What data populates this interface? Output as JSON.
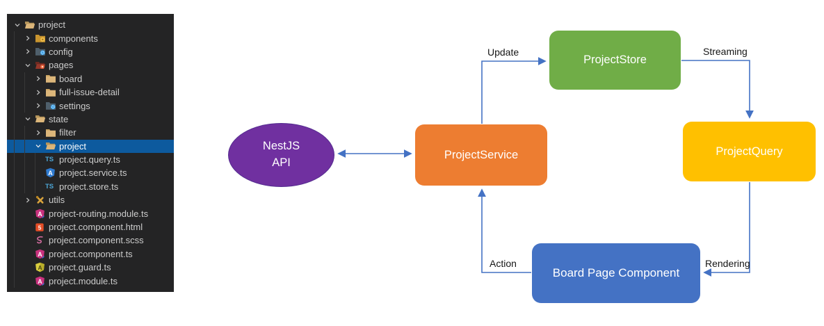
{
  "sidebar": {
    "background_color": "#242425",
    "selection_color": "#0d5a9e",
    "text_color": "#cccccc",
    "items": [
      {
        "label": "project",
        "level": 0,
        "kind": "folder",
        "icon": "folder-open-icon",
        "chevron": "down",
        "selected": false
      },
      {
        "label": "components",
        "level": 1,
        "kind": "folder",
        "icon": "folder-components-icon",
        "chevron": "right",
        "selected": false
      },
      {
        "label": "config",
        "level": 1,
        "kind": "folder",
        "icon": "folder-config-icon",
        "chevron": "right",
        "selected": false
      },
      {
        "label": "pages",
        "level": 1,
        "kind": "folder",
        "icon": "folder-pages-icon",
        "chevron": "down",
        "selected": false
      },
      {
        "label": "board",
        "level": 2,
        "kind": "folder",
        "icon": "folder-icon",
        "chevron": "right",
        "selected": false
      },
      {
        "label": "full-issue-detail",
        "level": 2,
        "kind": "folder",
        "icon": "folder-icon",
        "chevron": "right",
        "selected": false
      },
      {
        "label": "settings",
        "level": 2,
        "kind": "folder",
        "icon": "folder-settings-icon",
        "chevron": "right",
        "selected": false
      },
      {
        "label": "state",
        "level": 1,
        "kind": "folder",
        "icon": "folder-open-icon",
        "chevron": "down",
        "selected": false
      },
      {
        "label": "filter",
        "level": 2,
        "kind": "folder",
        "icon": "folder-icon",
        "chevron": "right",
        "selected": false
      },
      {
        "label": "project",
        "level": 2,
        "kind": "folder",
        "icon": "folder-open-icon",
        "chevron": "down",
        "selected": true
      },
      {
        "label": "project.query.ts",
        "level": 3,
        "kind": "file",
        "icon": "typescript-icon",
        "chevron": null,
        "selected": false
      },
      {
        "label": "project.service.ts",
        "level": 3,
        "kind": "file",
        "icon": "angular-service-icon",
        "chevron": null,
        "selected": false
      },
      {
        "label": "project.store.ts",
        "level": 3,
        "kind": "file",
        "icon": "typescript-icon",
        "chevron": null,
        "selected": false
      },
      {
        "label": "utils",
        "level": 1,
        "kind": "folder",
        "icon": "folder-utils-icon",
        "chevron": "right",
        "selected": false
      },
      {
        "label": "project-routing.module.ts",
        "level": 1,
        "kind": "file",
        "icon": "angular-icon",
        "chevron": null,
        "selected": false
      },
      {
        "label": "project.component.html",
        "level": 1,
        "kind": "file",
        "icon": "html5-icon",
        "chevron": null,
        "selected": false
      },
      {
        "label": "project.component.scss",
        "level": 1,
        "kind": "file",
        "icon": "sass-icon",
        "chevron": null,
        "selected": false
      },
      {
        "label": "project.component.ts",
        "level": 1,
        "kind": "file",
        "icon": "angular-icon",
        "chevron": null,
        "selected": false
      },
      {
        "label": "project.guard.ts",
        "level": 1,
        "kind": "file",
        "icon": "guard-icon",
        "chevron": null,
        "selected": false
      },
      {
        "label": "project.module.ts",
        "level": 1,
        "kind": "file",
        "icon": "angular-icon",
        "chevron": null,
        "selected": false
      }
    ]
  },
  "diagram": {
    "arrow_color": "#4472C4",
    "nodes": [
      {
        "id": "nestjs-api",
        "label": "NestJS API",
        "line1": "NestJS",
        "line2": "API",
        "shape": "ellipse",
        "color": "#7030A0"
      },
      {
        "id": "project-service",
        "label": "ProjectService",
        "shape": "rounded-rect",
        "color": "#ED7D31"
      },
      {
        "id": "project-store",
        "label": "ProjectStore",
        "shape": "rounded-rect",
        "color": "#70AD47"
      },
      {
        "id": "project-query",
        "label": "ProjectQuery",
        "shape": "rounded-rect",
        "color": "#FFC000"
      },
      {
        "id": "board-page-component",
        "label": "Board Page Component",
        "shape": "rounded-rect",
        "color": "#4472C4"
      }
    ],
    "edges": [
      {
        "from": "nestjs-api",
        "to": "project-service",
        "label": "",
        "direction": "bidirectional"
      },
      {
        "from": "project-service",
        "to": "project-store",
        "label": "Update",
        "direction": "one-way"
      },
      {
        "from": "project-store",
        "to": "project-query",
        "label": "Streaming",
        "direction": "one-way"
      },
      {
        "from": "project-query",
        "to": "board-page-component",
        "label": "Rendering",
        "direction": "one-way"
      },
      {
        "from": "board-page-component",
        "to": "project-service",
        "label": "Action",
        "direction": "one-way"
      }
    ]
  }
}
